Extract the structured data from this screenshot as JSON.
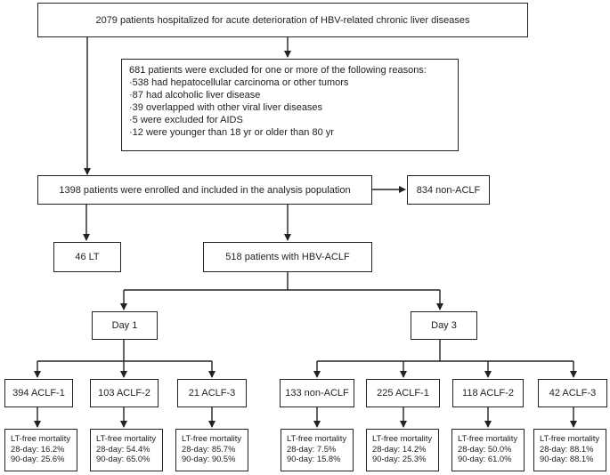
{
  "flowchart": {
    "top": "2079 patients hospitalized for acute deterioration of HBV-related chronic liver diseases",
    "exclusion": {
      "title": "681 patients were excluded for one or more of the following reasons:",
      "reasons": [
        "·538 had hepatocellular carcinoma or other tumors",
        "·87 had alcoholic liver disease",
        "·39 overlapped with other viral liver diseases",
        "·5 were excluded for AIDS",
        "·12 were younger than 18 yr or older than 80 yr"
      ]
    },
    "enrolled": "1398 patients were enrolled and included in the analysis population",
    "non_aclf": "834 non-ACLF",
    "lt": "46 LT",
    "hbv_aclf": "518 patients with HBV-ACLF",
    "day1": {
      "label": "Day 1",
      "groups": [
        {
          "label": "394 ACLF-1",
          "title": "LT-free mortality",
          "d28": "28-day:  16.2%",
          "d90": "90-day:  25.6%"
        },
        {
          "label": "103 ACLF-2",
          "title": "LT-free mortality",
          "d28": "28-day:  54.4%",
          "d90": "90-day:  65.0%"
        },
        {
          "label": "21 ACLF-3",
          "title": "LT-free mortality",
          "d28": "28-day:  85.7%",
          "d90": "90-day:  90.5%"
        }
      ]
    },
    "day3": {
      "label": "Day 3",
      "groups": [
        {
          "label": "133 non-ACLF",
          "title": "LT-free mortality",
          "d28": "28-day:  7.5%",
          "d90": "90-day:  15.8%"
        },
        {
          "label": "225 ACLF-1",
          "title": "LT-free mortality",
          "d28": "28-day:  14.2%",
          "d90": "90-day:  25.3%"
        },
        {
          "label": "118 ACLF-2",
          "title": "LT-free mortality",
          "d28": "28-day:  50.0%",
          "d90": "90-day:  61.0%"
        },
        {
          "label": "42 ACLF-3",
          "title": "LT-free mortality",
          "d28": "28-day:  88.1%",
          "d90": "90-day:  88.1%"
        }
      ]
    }
  }
}
